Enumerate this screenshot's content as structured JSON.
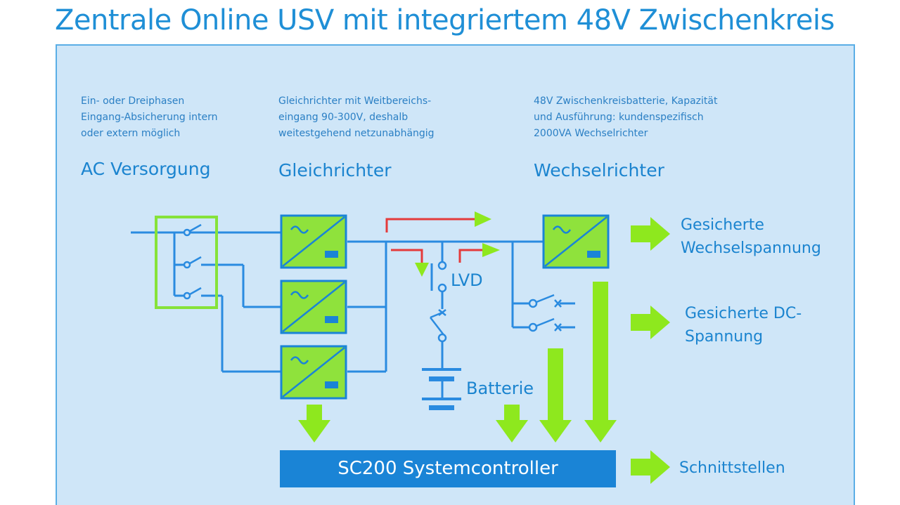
{
  "title": "Zentrale Online USV mit integriertem 48V Zwischenkreis",
  "sections": [
    {
      "id": "ac",
      "description": [
        "Ein- oder Dreiphasen",
        "Eingang-Absicherung intern",
        "oder extern möglich"
      ],
      "heading": "AC Versorgung"
    },
    {
      "id": "rectifier",
      "description": [
        "Gleichrichter mit Weitbereichs-",
        "eingang 90-300V, deshalb",
        "weitestgehend netzunabhängig"
      ],
      "heading": "Gleichrichter"
    },
    {
      "id": "inverter",
      "description": [
        "48V Zwischenkreisbatterie, Kapazität",
        "und Ausführung: kundenspezifisch",
        "2000VA Wechselrichter"
      ],
      "heading": "Wechselrichter"
    }
  ],
  "components": {
    "lvd": "LVD",
    "battery": "Batterie",
    "controller": "SC200 Systemcontroller"
  },
  "outputs": [
    {
      "id": "ac-out",
      "lines": [
        "Gesicherte",
        "Wechselspannung"
      ]
    },
    {
      "id": "dc-out",
      "lines": [
        "Gesicherte DC-",
        "Spannung"
      ]
    },
    {
      "id": "interfaces",
      "lines": [
        "Schnittstellen"
      ]
    }
  ],
  "colors": {
    "title": "#1f8fd6",
    "panel_bg": "#cfe6f8",
    "panel_border": "#5aaee6",
    "text": "#1b84cf",
    "wire": "#2a8be0",
    "module_fill": "#8fe23c",
    "module_border": "#1a84d6",
    "arrow_green": "#8ee81e",
    "arrow_red": "#e43b3b",
    "switch_box": "#86e23a",
    "controller_bg": "#1a84d6"
  }
}
